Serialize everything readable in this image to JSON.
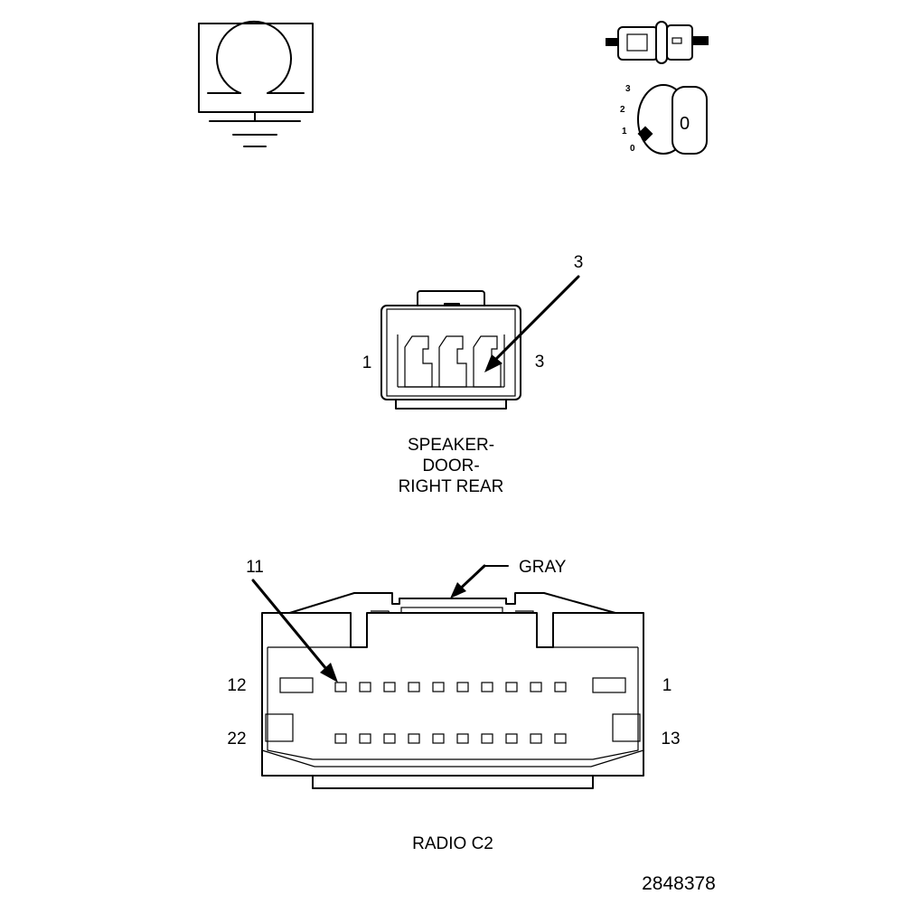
{
  "figure_id": "2848378",
  "legend": {
    "ground_symbol": "ground-icon",
    "ignition_symbol": "ignition-key-icon",
    "key_positions": [
      "3",
      "2",
      "1",
      "0"
    ],
    "key_face": "0"
  },
  "speaker_connector": {
    "callout": "3",
    "pin_left": "1",
    "pin_right": "3",
    "name_lines": [
      "SPEAKER-",
      "DOOR-",
      "RIGHT REAR"
    ]
  },
  "radio_connector": {
    "callout": "11",
    "color_label": "GRAY",
    "pin_top_left": "12",
    "pin_top_right": "1",
    "pin_bottom_left": "22",
    "pin_bottom_right": "13",
    "name": "RADIO C2"
  },
  "colors": {
    "line": "#000000",
    "background": "#ffffff"
  }
}
